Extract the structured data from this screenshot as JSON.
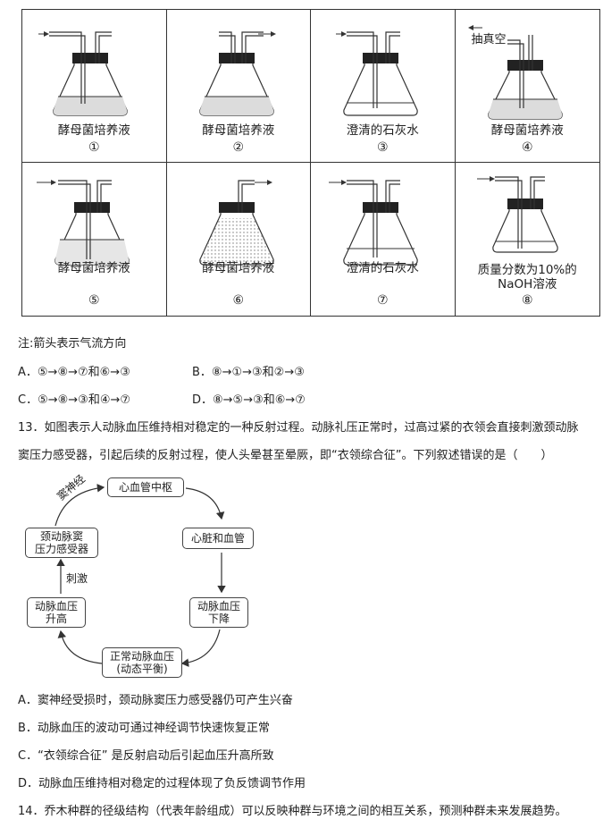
{
  "flasks": [
    {
      "num": "①",
      "label": "酵母菌培养液"
    },
    {
      "num": "②",
      "label": "酵母菌培养液"
    },
    {
      "num": "③",
      "label": "澄清的石灰水"
    },
    {
      "num": "④",
      "label": "酵母菌培养液",
      "note": "抽真空"
    },
    {
      "num": "⑤",
      "label": "酵母菌培养液"
    },
    {
      "num": "⑥",
      "label": "酵母菌培养液"
    },
    {
      "num": "⑦",
      "label": "澄清的石灰水"
    },
    {
      "num": "⑧",
      "label_line1": "质量分数为10%的",
      "label_line2": "NaOH溶液"
    }
  ],
  "q12": {
    "note": "注:箭头表示气流方向",
    "options": {
      "A": "A．⑤→⑧→⑦和⑥→③",
      "B": "B．⑧→①→③和②→③",
      "C": "C．⑤→⑧→③和④→⑦",
      "D": "D．⑧→⑤→③和⑥→⑦"
    }
  },
  "q13": {
    "stem_line1": "13．如图表示人动脉血压维持相对稳定的一种反射过程。动脉礼压正常时，过高过紧的衣领会直接刺激颈动脉",
    "stem_line2": "窦压力感受器，引起后续的反射过程，使人头晕甚至晕厥，即“衣领综合征”。下列叙述错误的是（　　）",
    "diagram": {
      "center": "心血管中枢",
      "heart": "心脏和血管",
      "bp_down_1": "动脉血压",
      "bp_down_2": "下降",
      "normal_1": "正常动脉血压",
      "normal_2": "(动态平衡)",
      "bp_up_1": "动脉血压",
      "bp_up_2": "升高",
      "receptor_1": "颈动脉窦",
      "receptor_2": "压力感受器",
      "nerve": "窦神经",
      "stimulus": "刺激"
    },
    "options": {
      "A": "A．窦神经受损时，颈动脉窦压力感受器仍可产生兴奋",
      "B": "B．动脉血压的波动可通过神经调节快速恢复正常",
      "C": "C．“衣领综合征” 是反射启动后引起血压升高所致",
      "D": "D．动脉血压维持相对稳定的过程体现了负反馈调节作用"
    }
  },
  "q14": {
    "stem": "14．乔木种群的径级结构（代表年龄组成）可以反映种群与环境之间的相互关系，预测种群未来发展趋势。"
  }
}
